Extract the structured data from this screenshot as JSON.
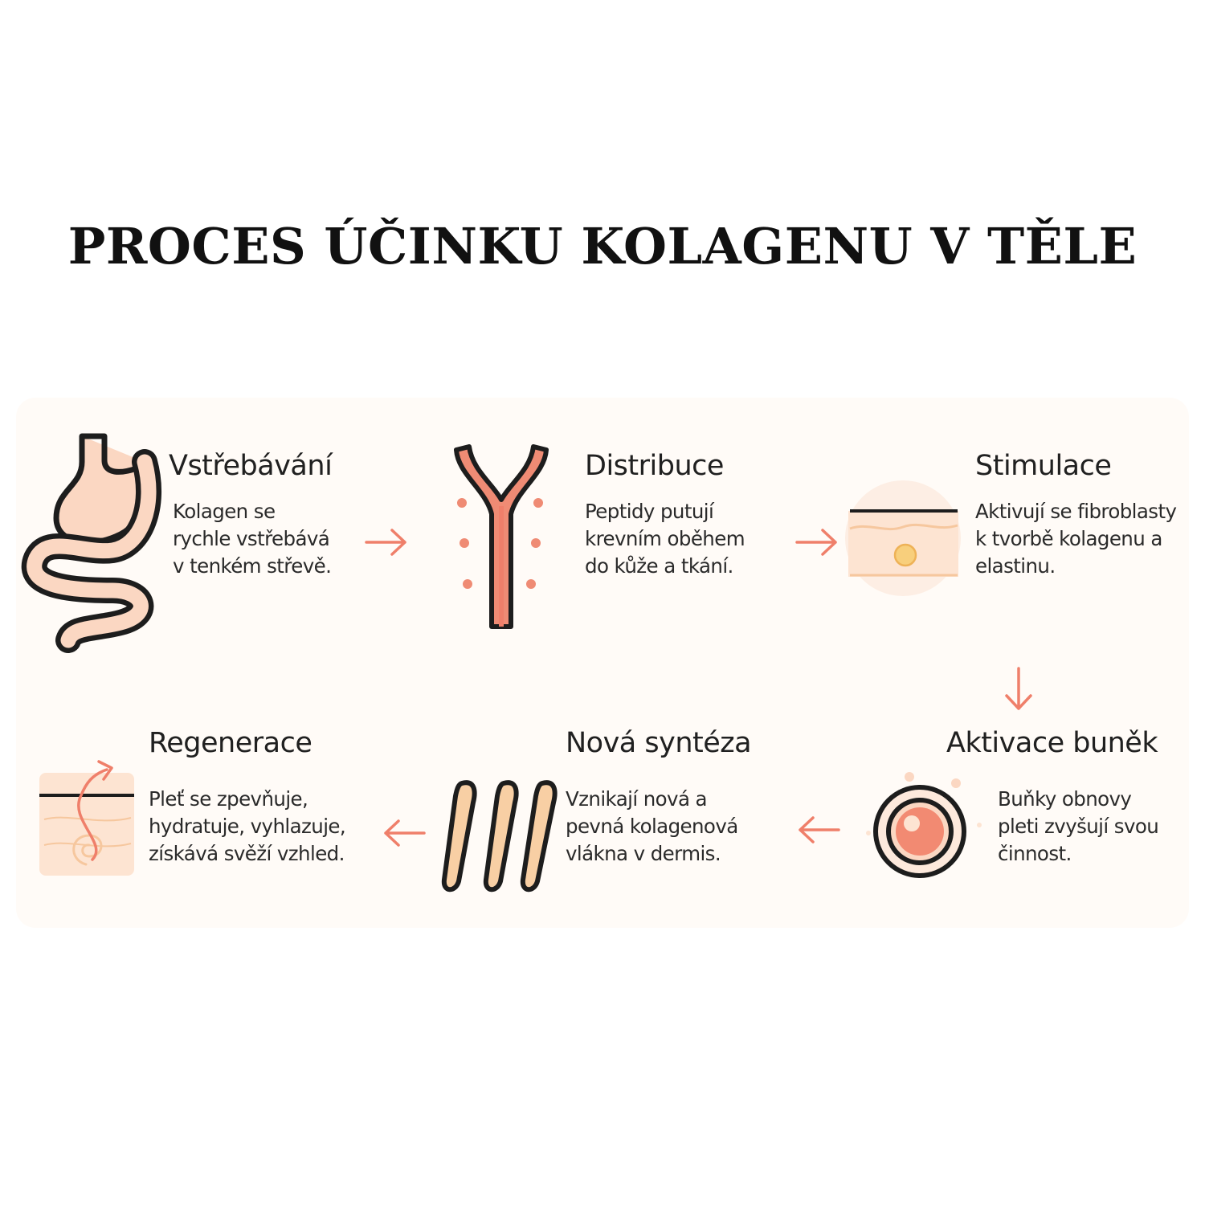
{
  "title": "PROCES ÚČINKU KOLAGENU V TĚLE",
  "colors": {
    "accent": "#ef7f6a",
    "peach": "#fbd7c2",
    "peach_light": "#fde9dc",
    "outline": "#1d1d1d",
    "yellow": "#f8cf7c"
  },
  "steps": [
    {
      "id": "vstrebavani",
      "icon": "intestine-icon",
      "title": "Vstřebávání",
      "lines": [
        "Kolagen se",
        "rychle vstřebává",
        "v tenkém střevě."
      ]
    },
    {
      "id": "distribuce",
      "icon": "blood-vessel-icon",
      "title": "Distribuce",
      "lines": [
        "Peptidy putují",
        "krevním oběhem",
        "do kůže a tkání."
      ]
    },
    {
      "id": "stimulace",
      "icon": "skin-layer-icon",
      "title": "Stimulace",
      "lines": [
        "Aktivují se fibroblasty",
        "k tvorbě kolagenu a",
        "elastinu."
      ]
    },
    {
      "id": "aktivace",
      "icon": "cell-icon",
      "title": "Aktivace buněk",
      "lines": [
        "Buňky obnovy",
        "pleti zvyšují svou",
        "činnost."
      ]
    },
    {
      "id": "synteza",
      "icon": "collagen-fibers-icon",
      "title": "Nová syntéza",
      "lines": [
        "Vznikají nová a",
        "pevná kolagenová",
        "vlákna v dermis."
      ]
    },
    {
      "id": "regenerace",
      "icon": "skin-regeneration-icon",
      "title": "Regenerace",
      "lines": [
        "Pleť se zpevňuje,",
        "hydratuje, vyhlazuje,",
        "získává svěží vzhled."
      ]
    }
  ]
}
